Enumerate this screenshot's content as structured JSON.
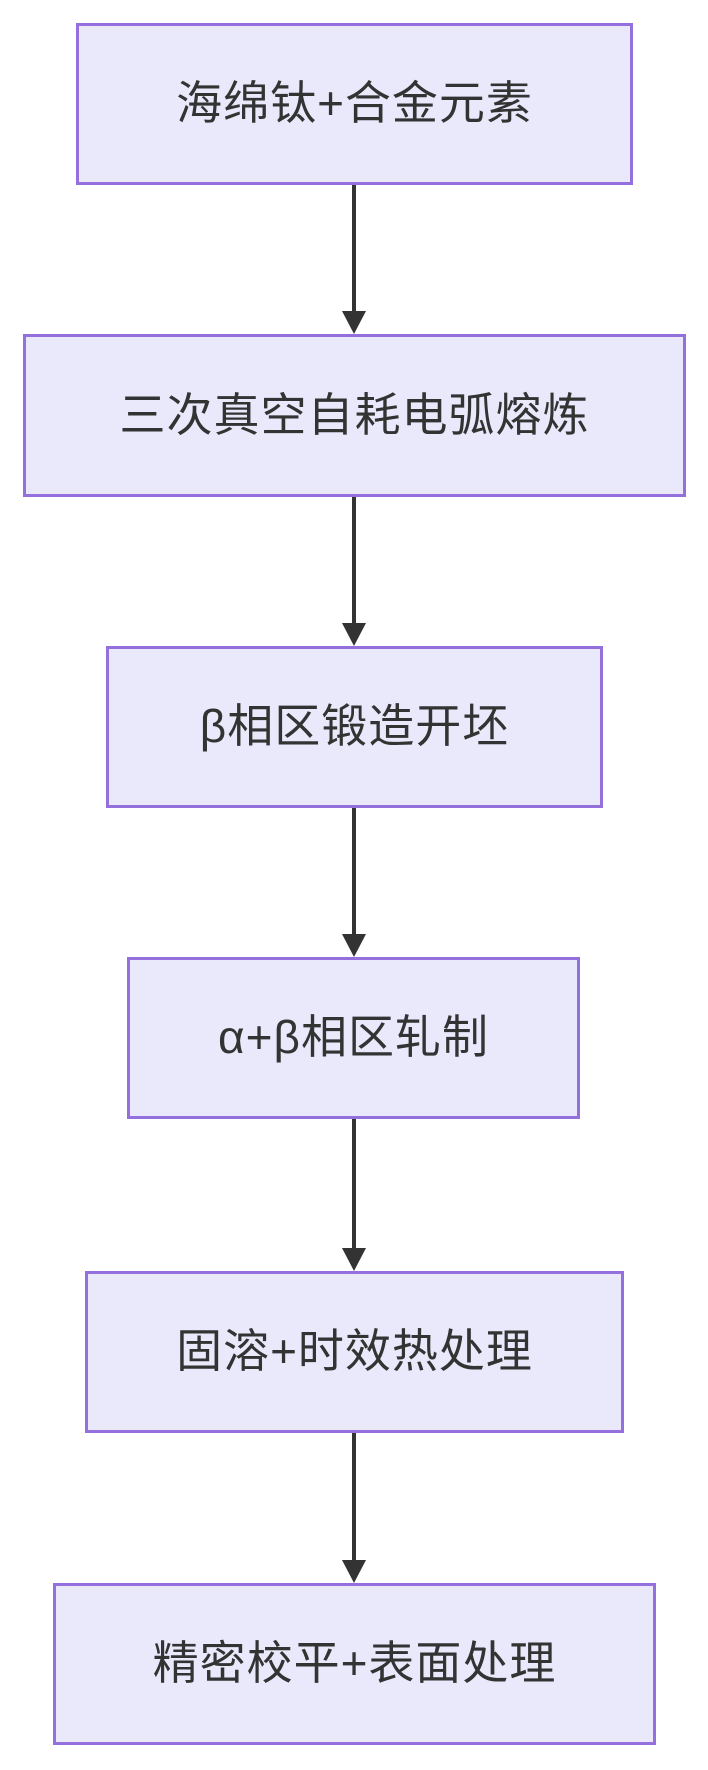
{
  "diagram": {
    "type": "flowchart",
    "direction": "top-down",
    "colors": {
      "background": "#ffffff",
      "node_fill": "#E9E9FB",
      "node_border": "#9370DB",
      "text": "#333333",
      "arrow": "#333333"
    },
    "nodes": [
      {
        "label": "海绵钛+合金元素"
      },
      {
        "label": "三次真空自耗电弧熔炼"
      },
      {
        "label": "β相区锻造开坯"
      },
      {
        "label": "α+β相区轧制"
      },
      {
        "label": "固溶+时效热处理"
      },
      {
        "label": "精密校平+表面处理"
      }
    ],
    "edges": [
      {
        "from": 0,
        "to": 1
      },
      {
        "from": 1,
        "to": 2
      },
      {
        "from": 2,
        "to": 3
      },
      {
        "from": 3,
        "to": 4
      },
      {
        "from": 4,
        "to": 5
      }
    ]
  }
}
